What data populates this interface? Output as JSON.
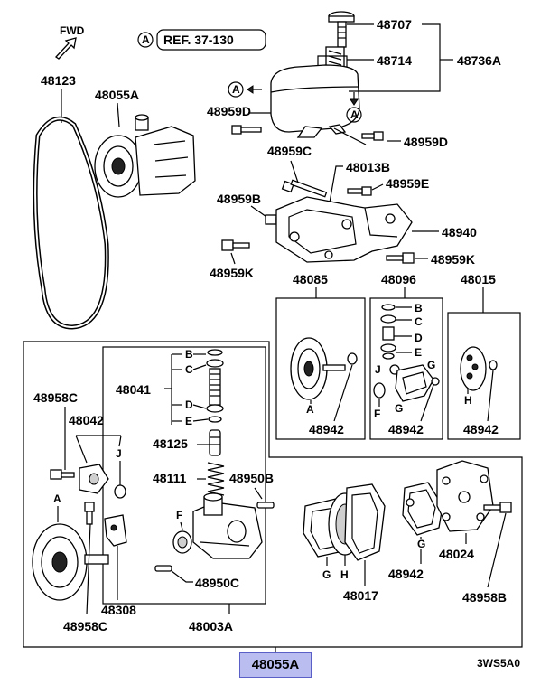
{
  "fwd_label": "FWD",
  "circle_a": "A",
  "ref_label": "REF. 37-130",
  "catalog_code": "3WS5A0",
  "highlighted_part": "48055A",
  "labels": {
    "p48707": "48707",
    "p48714": "48714",
    "p48736A": "48736A",
    "p48123": "48123",
    "p48055A_top": "48055A",
    "p48959D_left": "48959D",
    "p48959D_right": "48959D",
    "p48959C": "48959C",
    "p48013B": "48013B",
    "p48959E": "48959E",
    "p48959B": "48959B",
    "p48940": "48940",
    "p48959K_left": "48959K",
    "p48959K_right": "48959K",
    "p48085": "48085",
    "p48096": "48096",
    "p48015": "48015",
    "p48942_a": "48942",
    "p48942_b": "48942",
    "p48942_c": "48942",
    "p48942_d": "48942",
    "p48958C_top": "48958C",
    "p48958C_bot": "48958C",
    "p48041": "48041",
    "p48042": "48042",
    "p48125": "48125",
    "p48111": "48111",
    "p48950B": "48950B",
    "p48950C": "48950C",
    "p48308": "48308",
    "p48003A": "48003A",
    "p48017": "48017",
    "p48024": "48024",
    "p48958B": "48958B"
  },
  "letters": {
    "A1": "A",
    "A2": "A",
    "A3": "A",
    "A4": "A",
    "A5": "A",
    "B1": "B",
    "B2": "B",
    "C1": "C",
    "C2": "C",
    "D1": "D",
    "D2": "D",
    "E1": "E",
    "E2": "E",
    "F1": "F",
    "F2": "F",
    "G1": "G",
    "G2": "G",
    "G3": "G",
    "G4": "G",
    "H1": "H",
    "H2": "H",
    "J1": "J",
    "J2": "J"
  }
}
